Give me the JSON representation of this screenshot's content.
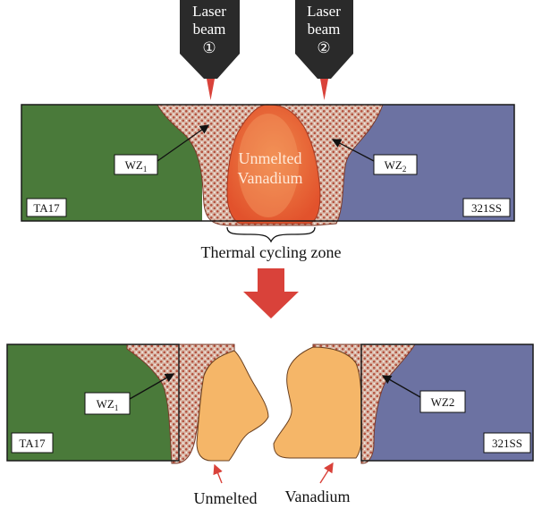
{
  "lasers": [
    {
      "label_line1": "Laser",
      "label_line2": "beam",
      "number": "①"
    },
    {
      "label_line1": "Laser",
      "label_line2": "beam",
      "number": "②"
    }
  ],
  "top_panel": {
    "left_material": "TA17",
    "right_material": "321SS",
    "wz_left": {
      "base": "WZ",
      "sub": "1"
    },
    "wz_right": {
      "base": "WZ",
      "sub": "2"
    },
    "center_line1": "Unmelted",
    "center_line2": "Vanadium",
    "zone_label": "Thermal cycling zone"
  },
  "bottom_panel": {
    "left_material": "TA17",
    "right_material": "321SS",
    "wz_left": {
      "base": "WZ",
      "sub": "1"
    },
    "wz_right": {
      "base": "WZ2"
    },
    "bottom_label_left": "Unmelted",
    "bottom_label_right": "Vanadium"
  },
  "colors": {
    "ta17": "#4a7a3a",
    "ss321": "#6c72a2",
    "weld_bg": "#d8b0a0",
    "weld_dot": "#b04a3a",
    "vanadium_hot": "#ec6a3a",
    "vanadium_unmelted": "#f5b668",
    "arrow_red": "#d9423a"
  }
}
